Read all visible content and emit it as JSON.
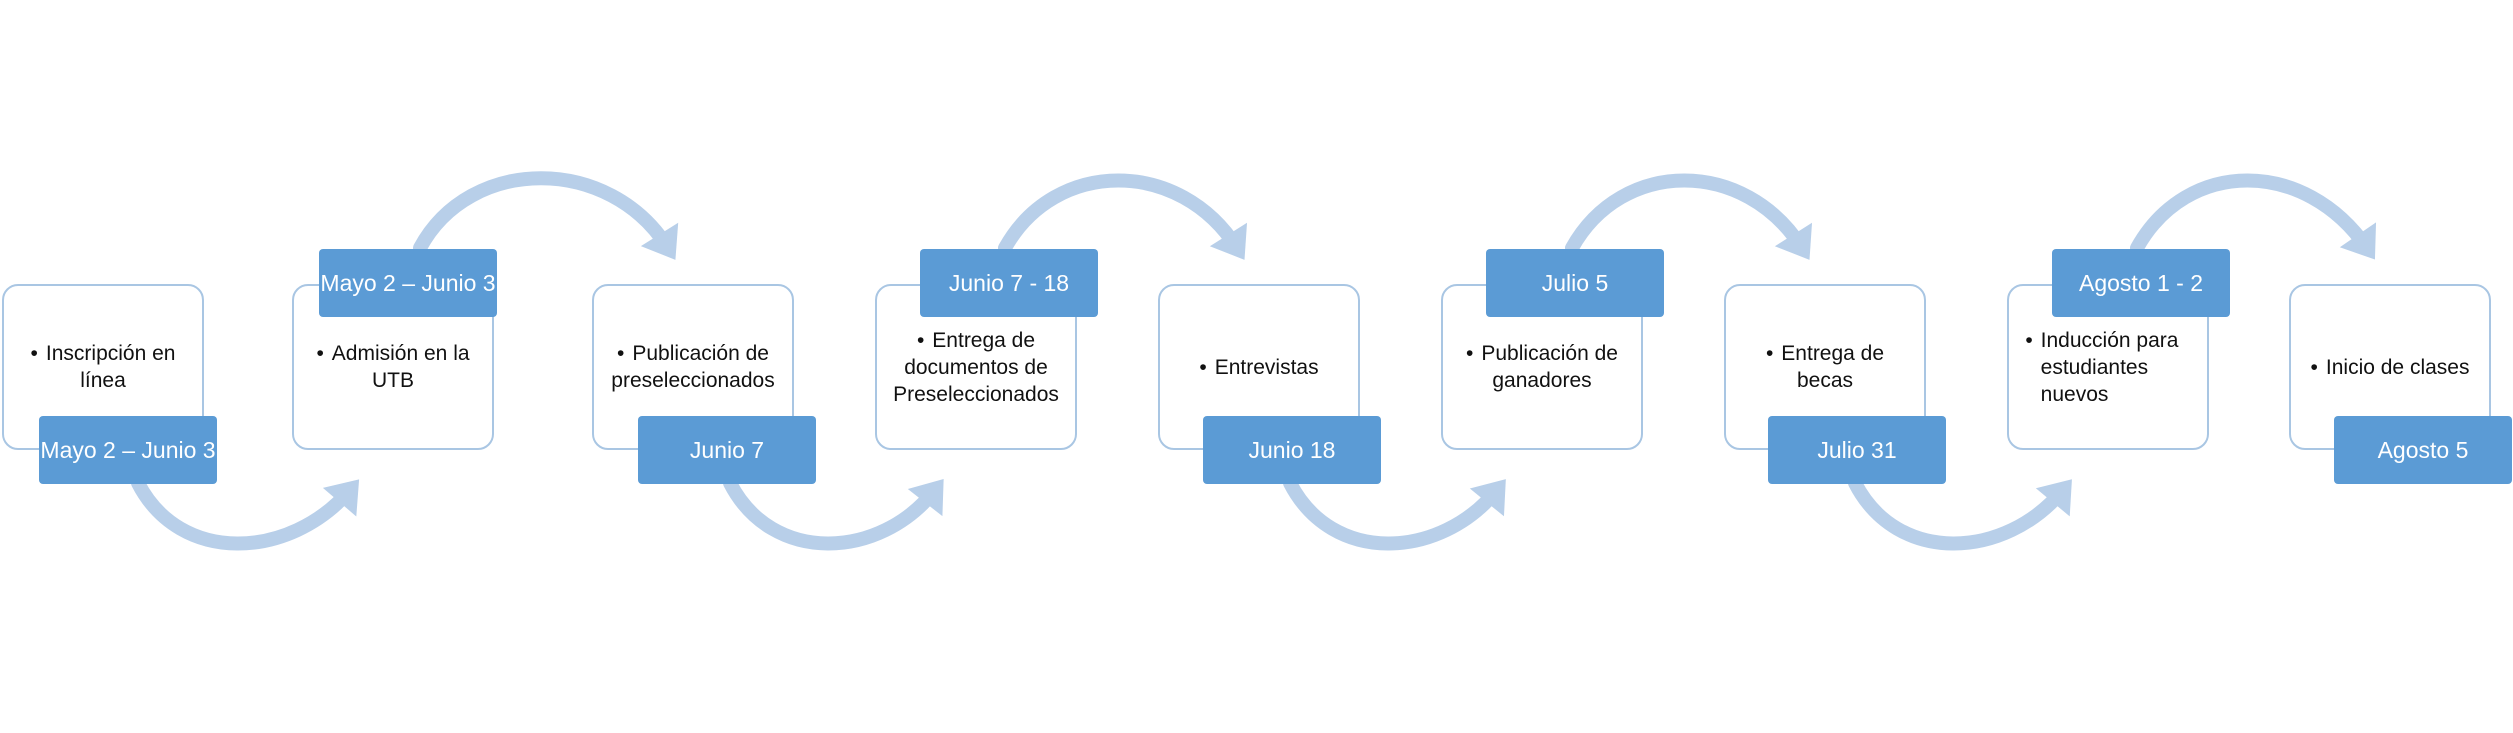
{
  "colors": {
    "label_fill": "#5b9bd5",
    "label_text": "#ffffff",
    "card_border": "#a9c6e3",
    "arrow": "#b8cfe9"
  },
  "steps": [
    {
      "text": "Inscripción en línea",
      "date": "Mayo 2 – Junio 3"
    },
    {
      "text": "Admisión en la UTB",
      "date": "Mayo 2 – Junio 3"
    },
    {
      "text": "Publicación de preseleccionados",
      "date": "Junio 7"
    },
    {
      "text": "Entrega de documentos de Preseleccionados",
      "date": "Junio 7 - 18"
    },
    {
      "text": "Entrevistas",
      "date": "Junio 18"
    },
    {
      "text": "Publicación de ganadores",
      "date": "Julio 5"
    },
    {
      "text": "Entrega de becas",
      "date": "Julio 31"
    },
    {
      "text": "Inducción para estudiantes nuevos",
      "date": "Agosto 1 - 2"
    },
    {
      "text": "Inicio de clases",
      "date": "Agosto 5"
    }
  ]
}
